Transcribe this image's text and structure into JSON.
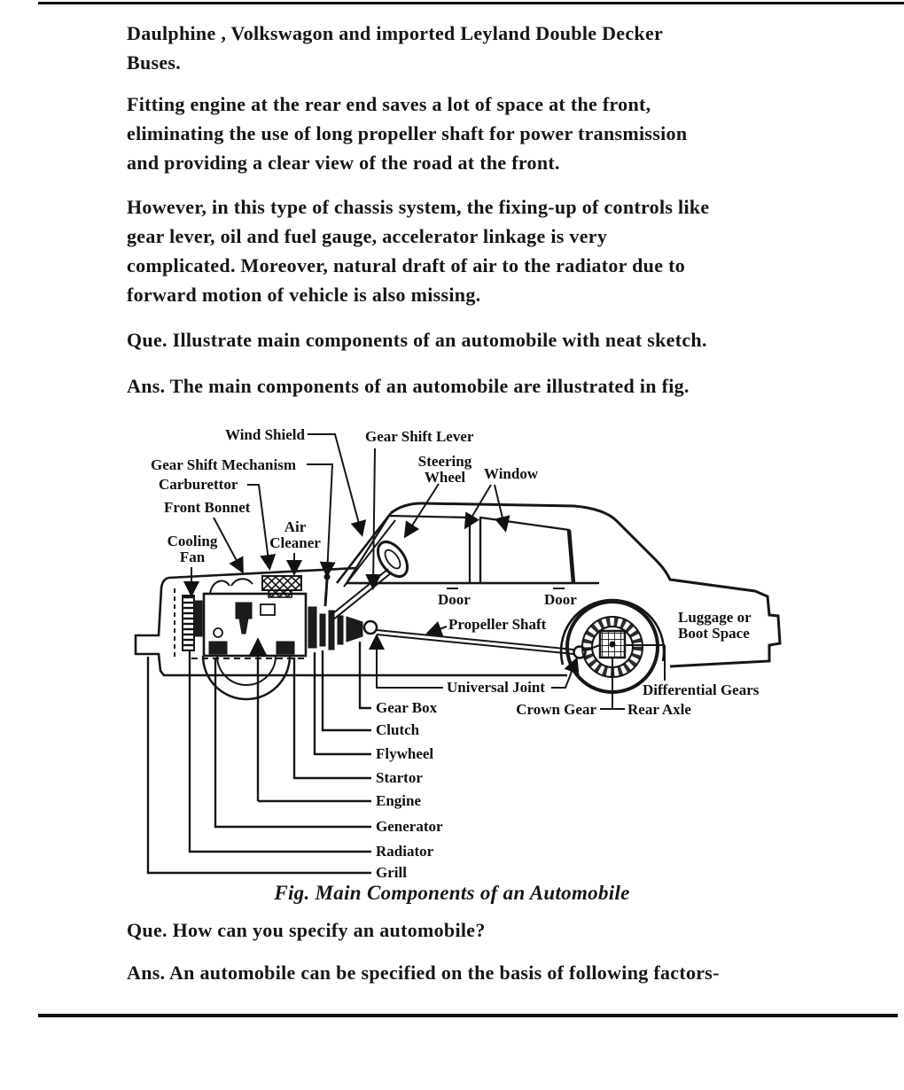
{
  "doc": {
    "p1": [
      "Daulphine , Volkswagon and imported Leyland Double Decker",
      "Buses."
    ],
    "p2": [
      "Fitting engine at the rear end saves a lot of space at the front,",
      "eliminating the use of long propeller shaft for power transmission",
      "and providing a clear view of the road at the front."
    ],
    "p3": [
      "However, in this type of chassis system, the fixing-up of controls like",
      "gear lever, oil and fuel gauge, accelerator linkage is very",
      "complicated. Moreover, natural draft of air to the radiator due to",
      "forward motion of vehicle is also missing."
    ],
    "q1": "Que. Illustrate main components of an automobile with neat sketch.",
    "a1": "Ans. The main components of an automobile are illustrated in fig.",
    "caption": "Fig. Main Components of an Automobile",
    "q2": "Que. How can you specify an automobile?",
    "a2": "Ans. An automobile can be specified on the basis of following factors-"
  },
  "diagram": {
    "labels": {
      "wind_shield": "Wind Shield",
      "gear_shift_lever": "Gear Shift Lever",
      "gear_shift_mechanism": "Gear Shift Mechanism",
      "carburettor": "Carburettor",
      "front_bonnet": "Front Bonnet",
      "air_cleaner": "Air\nCleaner",
      "cooling_fan": "Cooling\nFan",
      "steering_wheel": "Steering\nWheel",
      "window": "Window",
      "door": "Door",
      "propeller_shaft": "Propeller Shaft",
      "luggage": "Luggage or\nBoot Space",
      "universal_joint": "Universal Joint",
      "gear_box": "Gear Box",
      "clutch": "Clutch",
      "flywheel": "Flywheel",
      "startor": "Startor",
      "engine": "Engine",
      "generator": "Generator",
      "radiator": "Radiator",
      "grill": "Grill",
      "differential_gears": "Differential Gears",
      "crown_gear": "Crown Gear",
      "rear_axle": "Rear Axle"
    },
    "colors": {
      "ink": "#161616",
      "paper": "#ffffff"
    }
  }
}
